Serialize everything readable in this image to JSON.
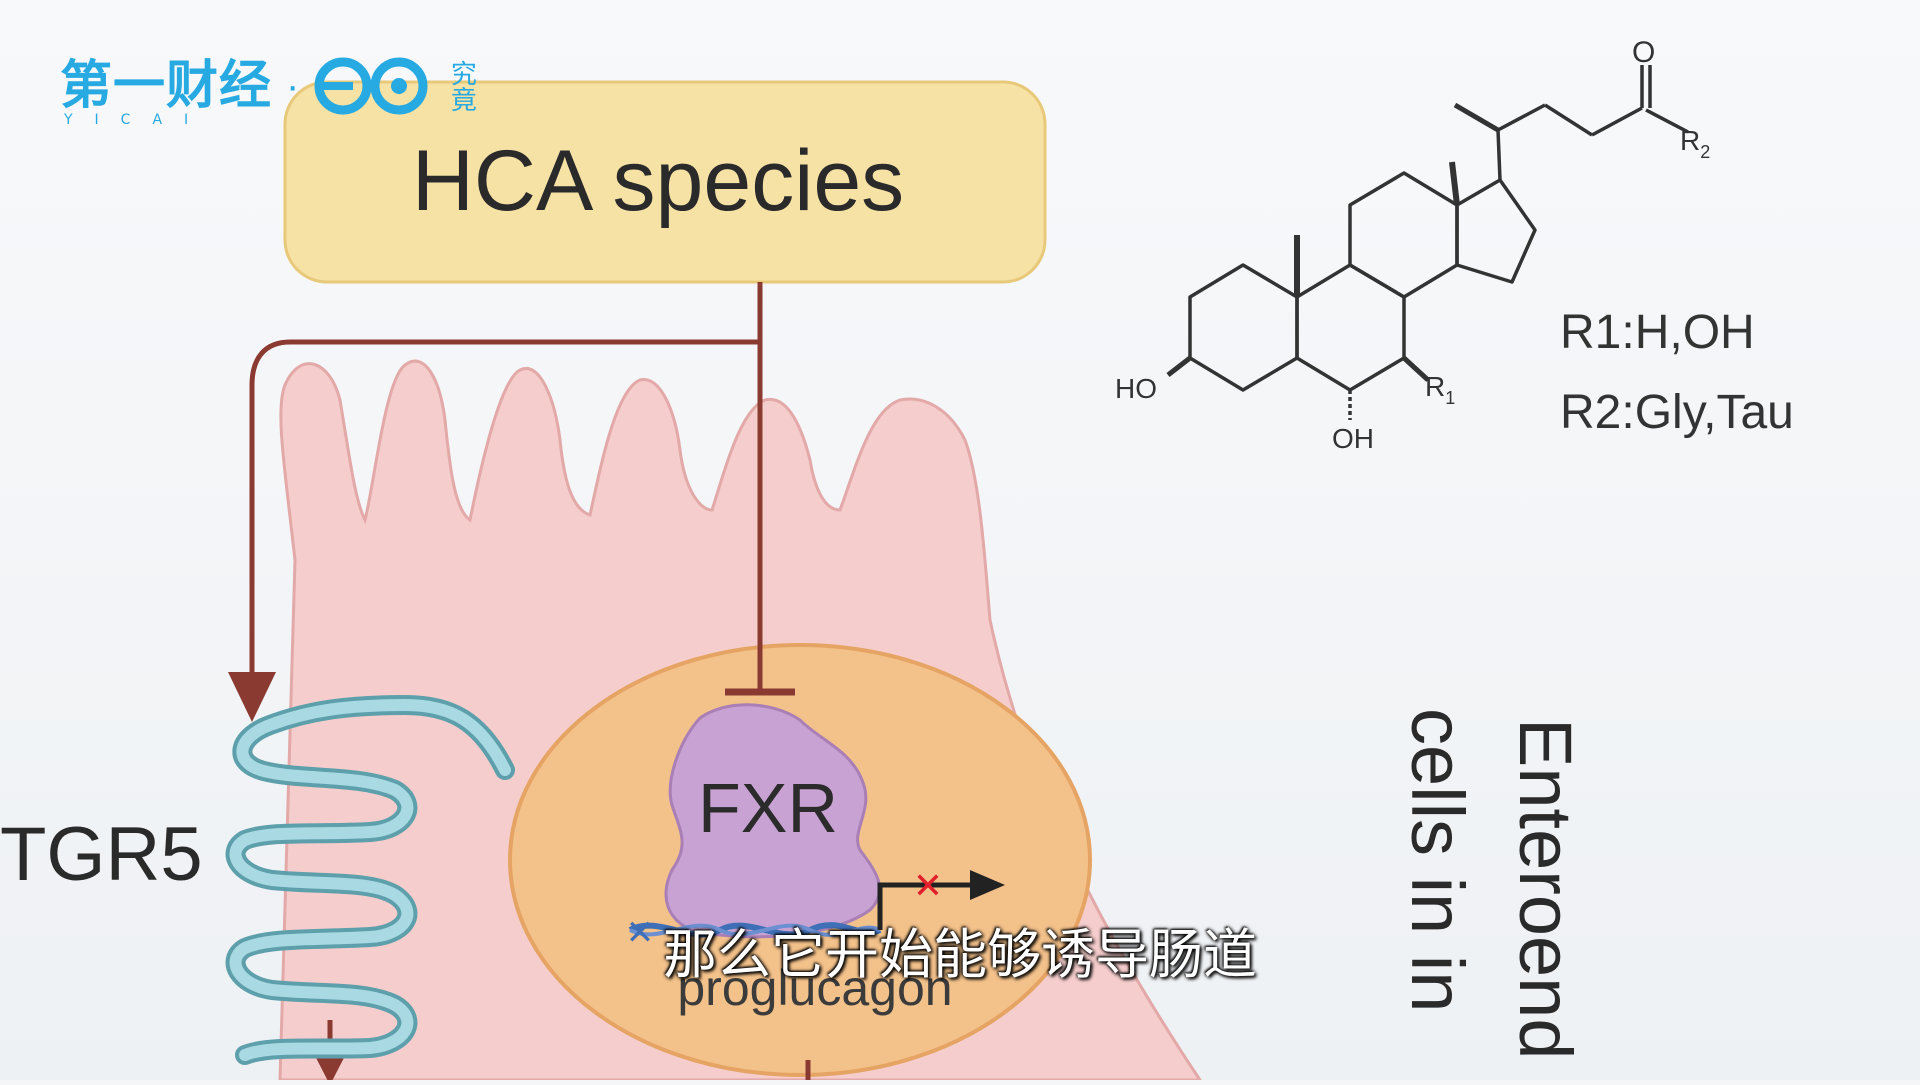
{
  "watermark": {
    "brand_cn": "第一财经",
    "brand_pinyin": "YICAI",
    "separator": "·",
    "partner_cn": "究竟",
    "colors": {
      "brand": "#27a9e1"
    }
  },
  "diagram": {
    "title_box": "HCA species",
    "receptor_membrane": "TGR5",
    "receptor_nuclear": "FXR",
    "gene": "proglucagon",
    "side_label_line1": "Enteroend",
    "side_label_line2": "cells in in",
    "structure_labels": {
      "ho": "HO",
      "oh": "OH",
      "r1": "R",
      "r1_sub": "1",
      "r2": "R",
      "r2_sub": "2",
      "o": "O"
    },
    "legend_r1": "R1:H,OH",
    "legend_r2": "R2:Gly,Tau",
    "colors": {
      "title_fill": "#f7e2a6",
      "cell": "#f4cdcc",
      "nucleus": "#f3c18a",
      "fxr": "#c8a2d2",
      "arrow": "#8b3a32",
      "tgr5": "#8fcbd6",
      "inhibit_mark": "#e0202a"
    }
  },
  "subtitle": "那么它开始能够诱导肠道"
}
